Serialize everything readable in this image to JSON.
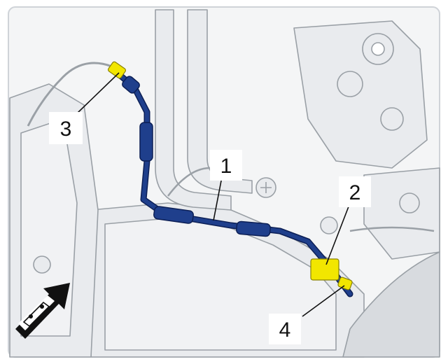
{
  "callouts": [
    {
      "id": "1",
      "label": "1"
    },
    {
      "id": "2",
      "label": "2"
    },
    {
      "id": "3",
      "label": "3"
    },
    {
      "id": "4",
      "label": "4"
    }
  ],
  "colors": {
    "background": "#ffffff",
    "frame_border": "#cfd3d8",
    "component_fill": "#e9ebee",
    "component_stroke": "#9aa0a6",
    "cable_highlight": "#1f3f8c",
    "cable_outline": "#0c1f55",
    "connector_highlight": "#f2e600",
    "label_box": "#ffffff",
    "leader_line": "#111111"
  },
  "icons": {
    "orientation_arrow": "vehicle-front-direction-arrow-icon"
  }
}
